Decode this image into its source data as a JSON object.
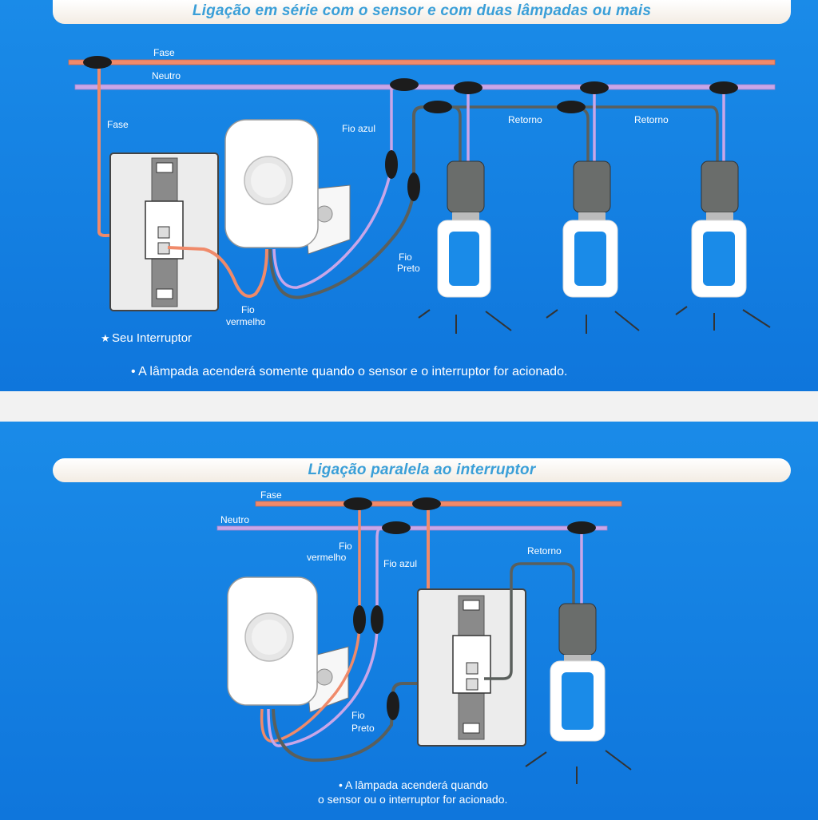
{
  "top": {
    "title": "Ligação em série com o sensor e  com duas lâmpadas ou mais",
    "labels": {
      "fase_bus": "Fase",
      "neutro_bus": "Neutro",
      "fase_wire": "Fase",
      "fio_azul": "Fio azul",
      "retorno_1": "Retorno",
      "retorno_2": "Retorno",
      "fio_preto_1": "Fio",
      "fio_preto_2": "Preto",
      "fio_vermelho_1": "Fio",
      "fio_vermelho_2": "vermelho",
      "seu_interruptor": "Seu Interruptor"
    },
    "note": "• A lâmpada acenderá somente quando o sensor e o interruptor for acionado."
  },
  "bottom": {
    "title": "Ligação paralela ao interruptor",
    "labels": {
      "fase_bus": "Fase",
      "neutro_bus": "Neutro",
      "fio_vermelho_1": "Fio",
      "fio_vermelho_2": "vermelho",
      "fio_azul": "Fio azul",
      "retorno": "Retorno",
      "fio_preto_1": "Fio",
      "fio_preto_2": "Preto"
    },
    "note_line1": "• A lâmpada acenderá quando",
    "note_line2": "o sensor ou o interruptor for acionado."
  },
  "colors": {
    "fase": "#f08a6a",
    "neutro": "#c9a6e8",
    "fio_preto": "#5a5f5c",
    "connector": "#1c1c1c",
    "banner_text": "#3a9fd8"
  }
}
